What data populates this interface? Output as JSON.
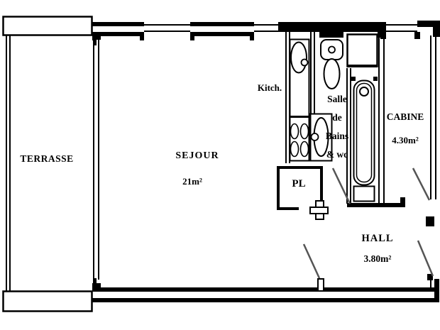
{
  "plan": {
    "rooms": {
      "terrasse": {
        "name": "TERRASSE"
      },
      "sejour": {
        "name": "SEJOUR",
        "area": "21m²"
      },
      "kitchen": {
        "name": "Kitch."
      },
      "bathroom": {
        "lines": [
          "Salle",
          "de",
          "Bains",
          "& wc"
        ]
      },
      "cabine": {
        "name": "CABINE",
        "area": "4.30m²"
      },
      "hall": {
        "name": "HALL",
        "area": "3.80m²"
      },
      "closet": {
        "name": "PL"
      }
    },
    "colors": {
      "line": "#000000",
      "door_swing": "#555555",
      "background": "#ffffff"
    }
  }
}
